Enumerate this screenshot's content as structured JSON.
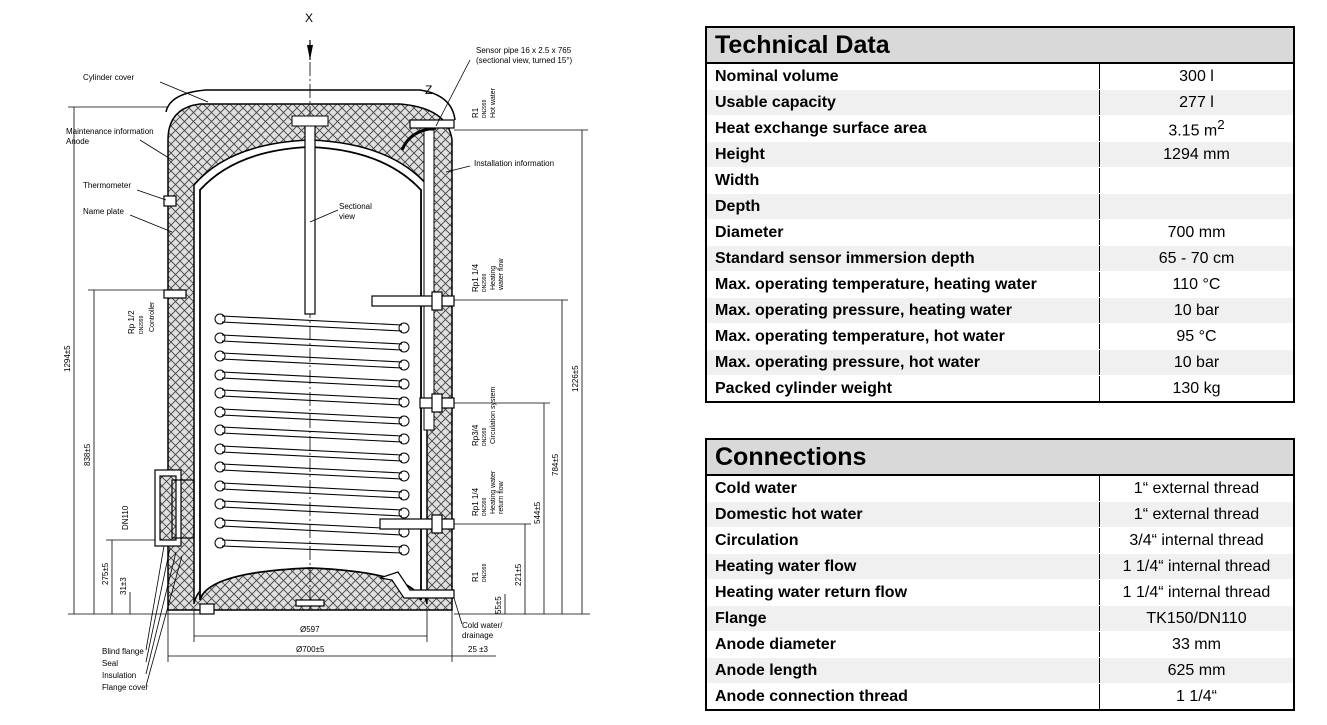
{
  "drawing": {
    "labels": {
      "x_axis": "X",
      "z_axis": "Z",
      "sensor_pipe": "Sensor pipe 16 x 2.5 x 765",
      "sensor_pipe_note": "(sectional view, turned 15°)",
      "cylinder_cover": "Cylinder cover",
      "maintenance": "Maintenance information",
      "anode": "Anode",
      "thermometer": "Thermometer",
      "name_plate": "Name plate",
      "sectional": "Sectional",
      "view": "view",
      "installation": "Installation information",
      "blind_flange": "Blind flange",
      "seal": "Seal",
      "insulation": "Insulation",
      "flange_cover": "Flange cover",
      "cold_water": "Cold water/",
      "drainage": "drainage",
      "r1": "R1",
      "rp114": "Rp1 1/4",
      "rp34": "Rp3/4",
      "rp12": "Rp 1/2",
      "dn": "DN2999",
      "hot_water": "Hot water",
      "heating": "Heating",
      "water_flow": "water flow",
      "circulation": "Circulation system",
      "heating_water": "Heating water",
      "return_flow": "return flow",
      "controller": "Controller",
      "dn110": "DN110"
    },
    "dims": {
      "d1294": "1294±5",
      "d1226": "1226±5",
      "d838": "838±5",
      "d784": "784±5",
      "d544": "544±5",
      "d275": "275±5",
      "d221": "221±5",
      "d31": "31±3",
      "d55": "55±5",
      "d597": "Ø597",
      "d700": "Ø700±5",
      "d25": "25 ±3"
    }
  },
  "technical_data": {
    "title": "Technical Data",
    "rows": [
      {
        "label": "Nominal volume",
        "value": "300 l"
      },
      {
        "label": "Usable capacity",
        "value": "277 l"
      },
      {
        "label": "Heat exchange surface area",
        "value": "3.15 m",
        "sup": "2"
      },
      {
        "label": "Height",
        "value": "1294 mm"
      },
      {
        "label": "Width",
        "value": ""
      },
      {
        "label": "Depth",
        "value": ""
      },
      {
        "label": "Diameter",
        "value": "700 mm"
      },
      {
        "label": "Standard sensor immersion depth",
        "value": "65 - 70 cm"
      },
      {
        "label": "Max. operating temperature, heating water",
        "value": "110 °C"
      },
      {
        "label": "Max. operating pressure, heating water",
        "value": "10 bar"
      },
      {
        "label": "Max. operating temperature, hot water",
        "value": "95 °C"
      },
      {
        "label": "Max. operating pressure, hot water",
        "value": "10 bar"
      },
      {
        "label": "Packed cylinder weight",
        "value": "130 kg"
      }
    ]
  },
  "connections": {
    "title": "Connections",
    "rows": [
      {
        "label": "Cold water",
        "value": "1“ external thread"
      },
      {
        "label": "Domestic hot water",
        "value": "1“ external thread"
      },
      {
        "label": "Circulation",
        "value": "3/4“ internal thread"
      },
      {
        "label": "Heating water flow",
        "value": "1 1/4“ internal thread"
      },
      {
        "label": "Heating water return flow",
        "value": "1 1/4“ internal thread"
      },
      {
        "label": "Flange",
        "value": "TK150/DN110"
      },
      {
        "label": "Anode diameter",
        "value": "33 mm"
      },
      {
        "label": "Anode length",
        "value": "625 mm"
      },
      {
        "label": "Anode connection thread",
        "value": "1 1/4“"
      }
    ]
  }
}
